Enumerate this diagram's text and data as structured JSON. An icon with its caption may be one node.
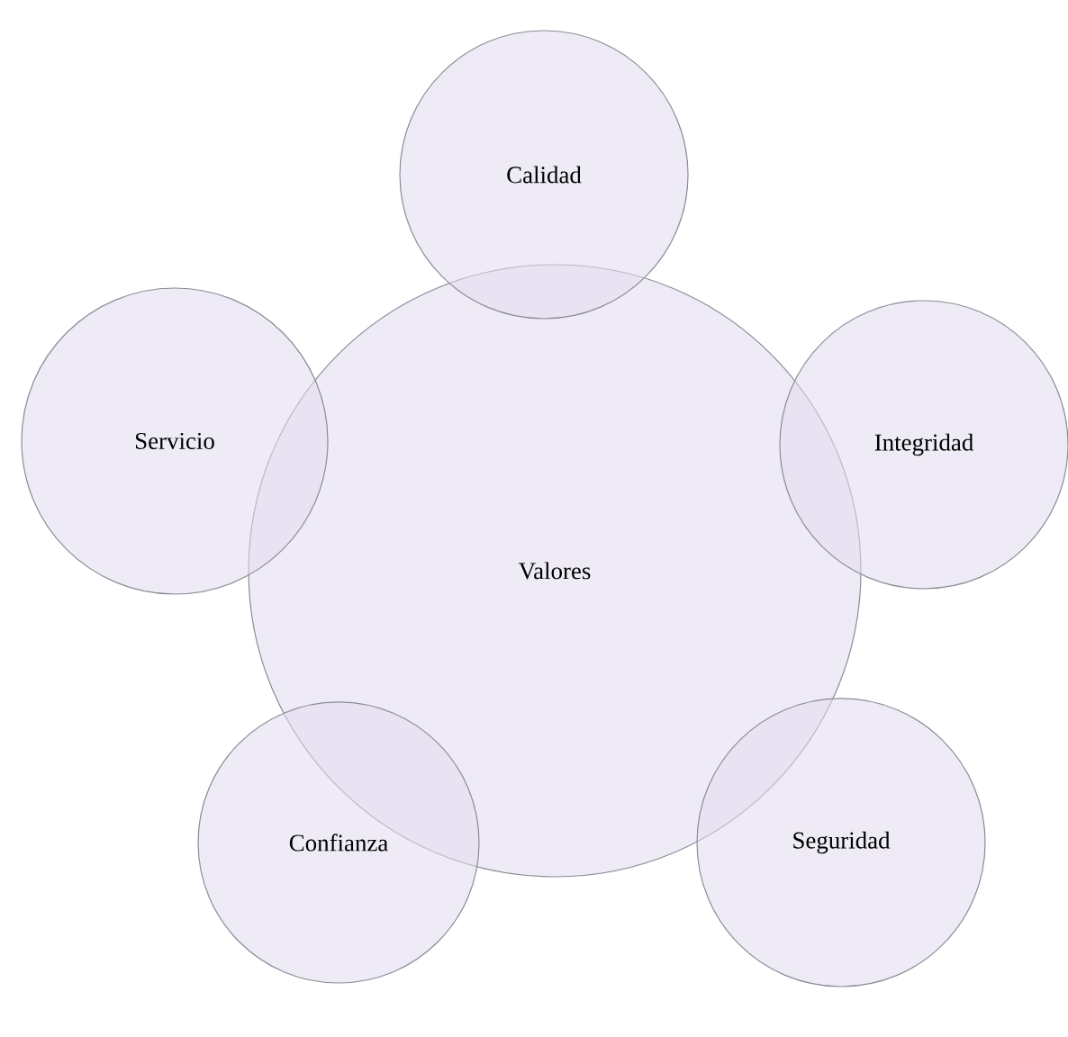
{
  "diagram": {
    "nodes": [
      {
        "text": [
          "Calidad"
        ]
      },
      {
        "text": [
          "Servicio"
        ]
      },
      {
        "text": [
          "Integridad"
        ]
      },
      {
        "text": [
          "Valores"
        ]
      },
      {
        "text": [
          "Confianza"
        ]
      },
      {
        "text": [
          "Seguridad"
        ]
      }
    ]
  }
}
